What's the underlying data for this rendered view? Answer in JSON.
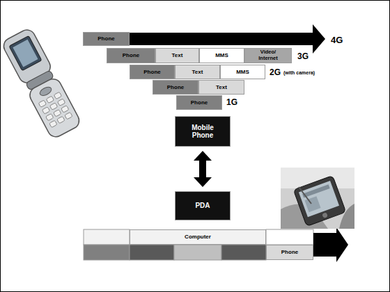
{
  "diagram": {
    "nodes": [
      {
        "text": [
          "Phone"
        ]
      },
      {
        "text": [
          "Phone"
        ]
      },
      {
        "text": [
          "Text"
        ]
      },
      {
        "text": [
          "MMS"
        ]
      },
      {
        "text": [
          "Video/ Internet"
        ]
      },
      {
        "text": [
          "Phone"
        ]
      },
      {
        "text": [
          "Text"
        ]
      },
      {
        "text": [
          "MMS"
        ]
      },
      {
        "text": [
          "Phone"
        ]
      },
      {
        "text": [
          "Text"
        ]
      },
      {
        "text": [
          "Phone"
        ]
      },
      {
        "text": [
          "Mobile Phone"
        ]
      },
      {
        "text": [
          "PDA"
        ]
      },
      {
        "text": [
          "Computer"
        ]
      },
      {
        "text": [
          "Phone"
        ]
      }
    ],
    "edges": [
      {
        "from": 11,
        "to": 12,
        "arrow": "both"
      }
    ],
    "labels": [
      "4G",
      "3G",
      "2G",
      "(with camera)",
      "1G"
    ]
  }
}
